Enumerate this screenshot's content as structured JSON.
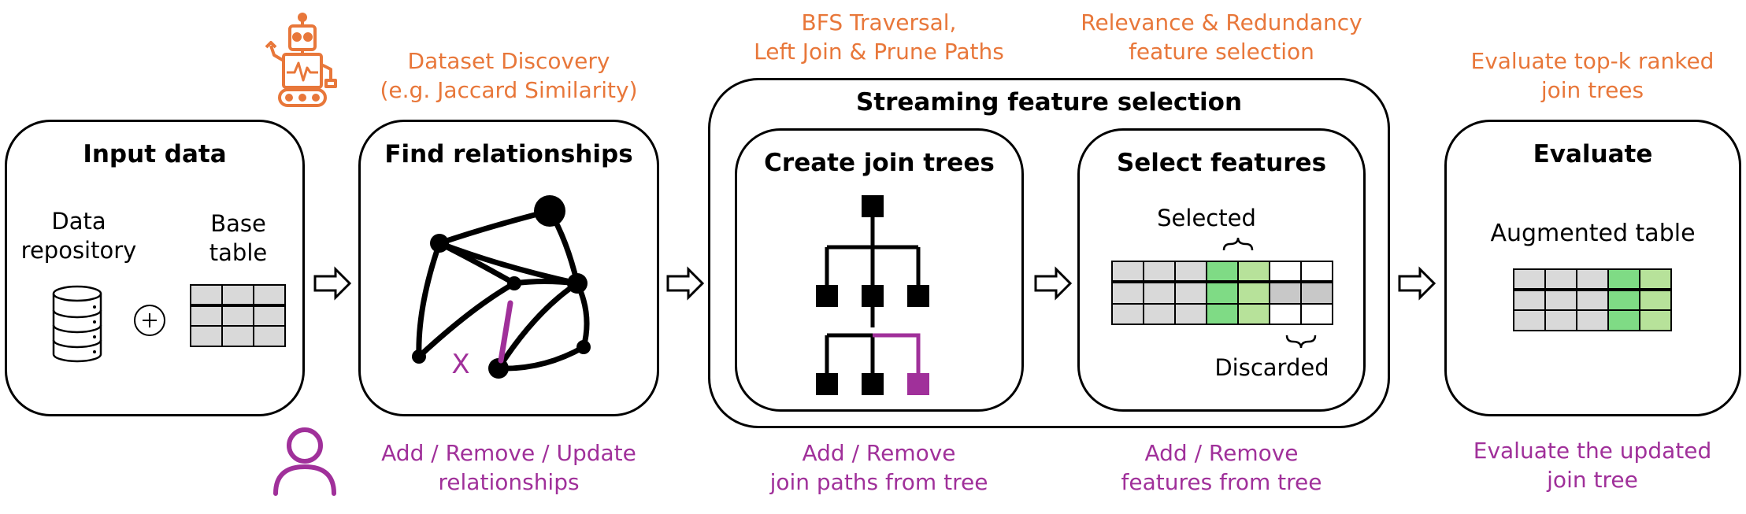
{
  "colors": {
    "orange": "#E8773A",
    "purple": "#A0309A",
    "gray": "#D9D9D9",
    "green": "#7FDB85",
    "lightgreen": "#B7E29A"
  },
  "icons": {
    "robot": "robot-icon",
    "user": "person-icon",
    "database": "database-icon",
    "plus": "circle-plus-icon"
  },
  "input": {
    "title": "Input data",
    "repo_label_1": "Data",
    "repo_label_2": "repository",
    "base_label_1": "Base",
    "base_label_2": "table"
  },
  "find": {
    "title": "Find relationships",
    "top_1": "Dataset Discovery",
    "top_2": "(e.g. Jaccard Similarity)",
    "bottom_1": "Add / Remove / Update",
    "bottom_2": "relationships",
    "prune_mark": "X"
  },
  "streaming": {
    "title": "Streaming feature selection"
  },
  "create": {
    "title": "Create join trees",
    "top_1": "BFS Traversal,",
    "top_2": "Left Join & Prune Paths",
    "bottom_1": "Add / Remove",
    "bottom_2": "join paths from tree"
  },
  "select": {
    "title": "Select features",
    "top_1": "Relevance & Redundancy",
    "top_2": "feature selection",
    "selected": "Selected",
    "discarded": "Discarded",
    "bottom_1": "Add / Remove",
    "bottom_2": "features from tree"
  },
  "evaluate": {
    "title": "Evaluate",
    "subtitle": "Augmented table",
    "top_1": "Evaluate top-k ranked",
    "top_2": "join trees",
    "bottom_1": "Evaluate the updated",
    "bottom_2": "join tree"
  }
}
